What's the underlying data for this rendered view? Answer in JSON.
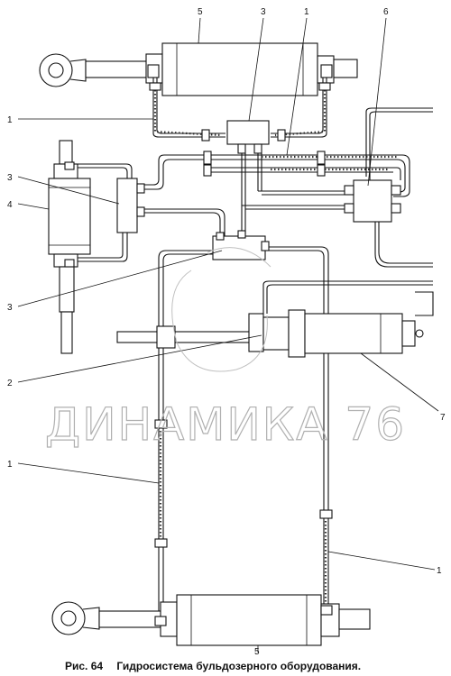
{
  "labels": {
    "top_cylinder": "5",
    "top_tee": "3",
    "top_hose": "1",
    "valve": "6",
    "left_tee_callout": "3",
    "left_cylinder": "4",
    "left_hose": "1",
    "mid_tee": "3",
    "lift_rod": "2",
    "lift_cylinder": "7",
    "bottom_left_hose": "1",
    "bottom_right_hose": "1",
    "bottom_cylinder": "5"
  },
  "watermark": "ДИНАМИКА 76",
  "caption": {
    "figure": "Рис. 64",
    "title": "Гидросистема бульдозерного оборудования."
  }
}
